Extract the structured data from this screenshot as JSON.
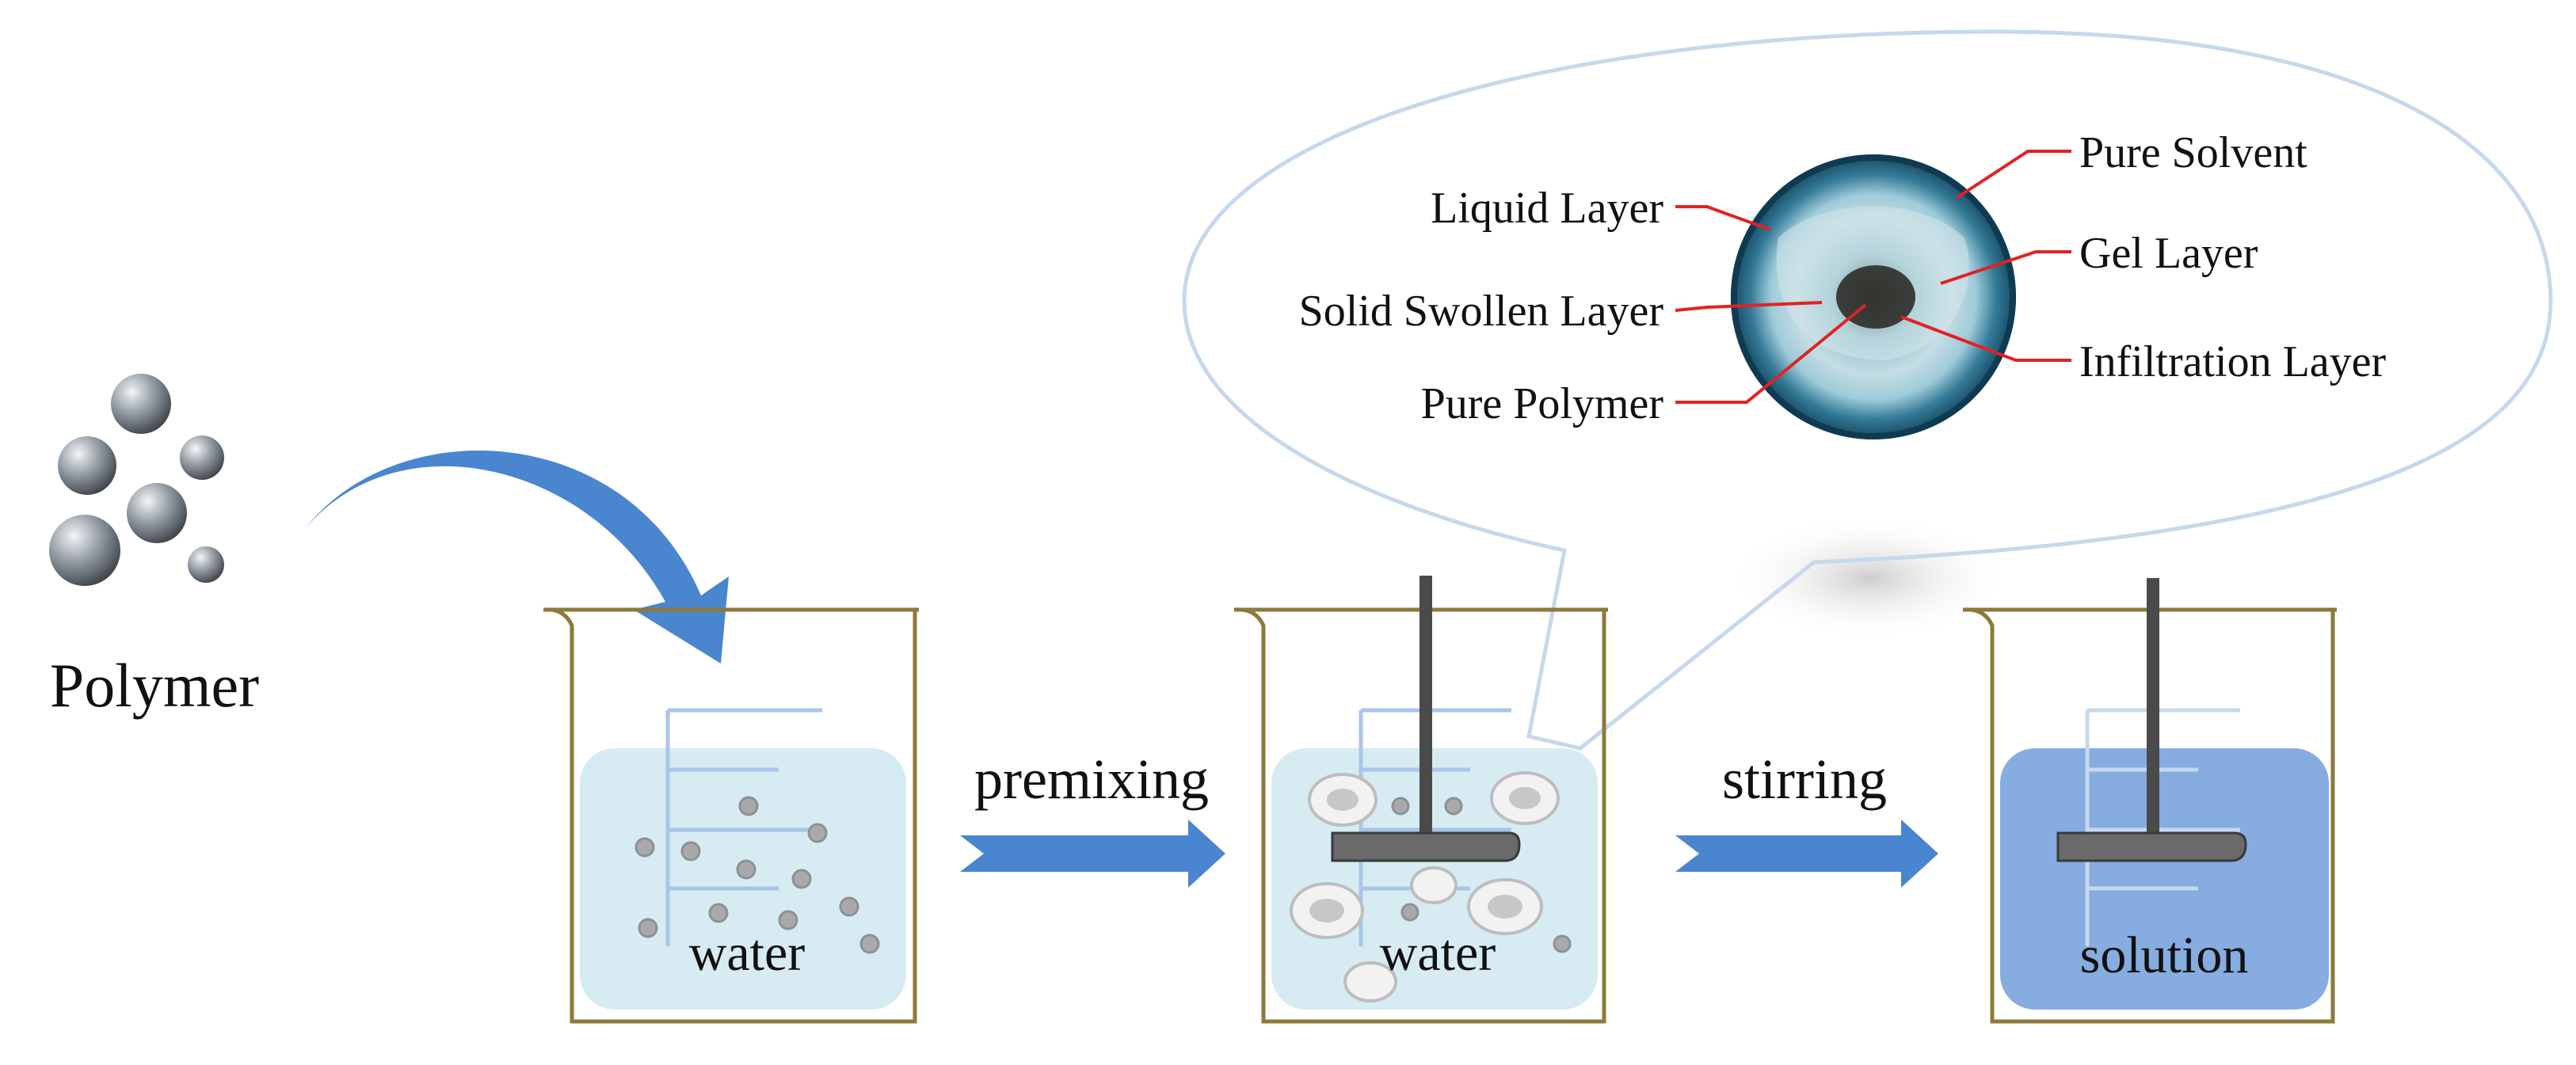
{
  "labels": {
    "polymer": "Polymer",
    "premixing": "premixing",
    "stirring": "stirring",
    "water_1": "water",
    "water_2": "water",
    "solution": "solution"
  },
  "inset": {
    "left_labels": [
      "Liquid Layer",
      "Solid Swollen Layer",
      "Pure Polymer"
    ],
    "right_labels": [
      "Pure Solvent",
      "Gel Layer",
      "Infiltration Layer"
    ]
  },
  "colors": {
    "arrow": "#4a86cf",
    "beaker_outline": "#8c7a3a",
    "water": "#d7ebf2",
    "solution": "#86ace0",
    "leader": "#e32222",
    "bubble": "#c6d8ec",
    "particle": "#8c9196",
    "stirrer": "#4a4a4a",
    "scale": "#a9c5ea"
  },
  "icons": [
    "polymer-particle",
    "curved-arrow",
    "right-arrow",
    "beaker",
    "stirrer",
    "swollen-particle",
    "cross-section-disc"
  ]
}
